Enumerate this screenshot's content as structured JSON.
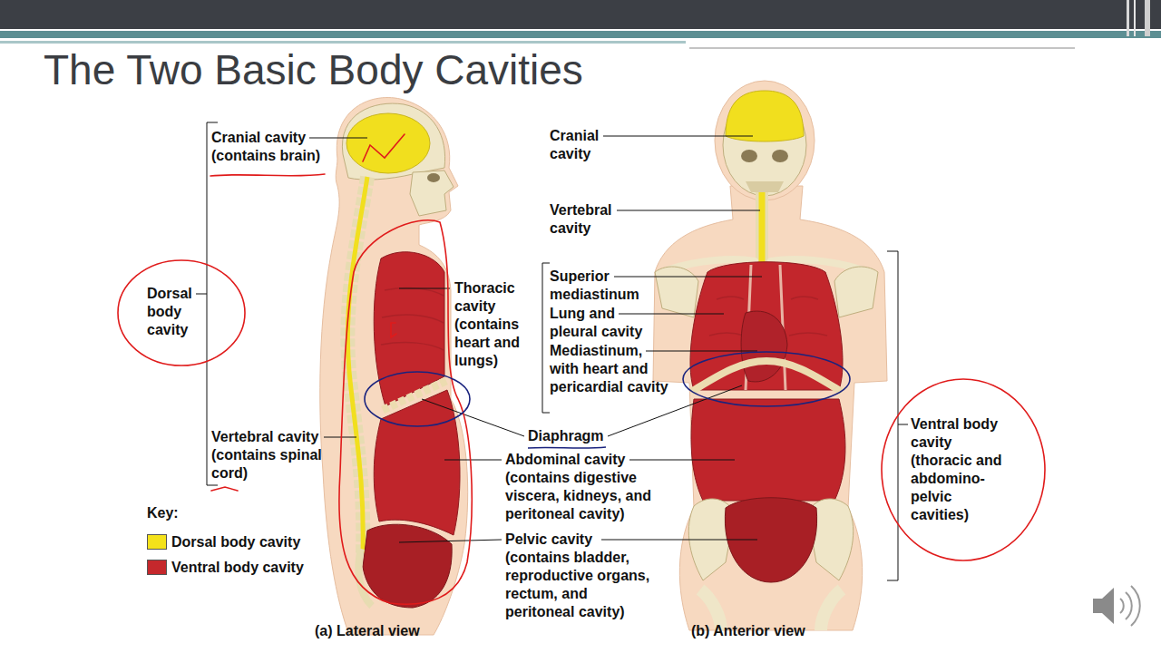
{
  "diagram": {
    "title": "The Two Basic Body Cavities",
    "labels": [
      "Cranial cavity (contains brain)",
      "Dorsal body cavity",
      "Thoracic cavity (contains heart and lungs)",
      "Vertebral cavity (contains spinal cord)",
      "Cranial cavity",
      "Vertebral cavity",
      "Superior mediastinum",
      "Lung and pleural cavity",
      "Mediastinum, with heart and pericardial cavity",
      "Diaphragm",
      "Abdominal cavity (contains digestive viscera, kidneys, and peritoneal cavity)",
      "Pelvic cavity (contains bladder, reproductive organs, rectum, and peritoneal cavity)",
      "Ventral body cavity (thoracic and abdomino-pelvic cavities)",
      "(a) Lateral view",
      "(b) Anterior view",
      "Key:"
    ],
    "legend": [
      {
        "text": "Dorsal body cavity",
        "color": "#f4e21b"
      },
      {
        "text": "Ventral body cavity",
        "color": "#c5282c"
      }
    ]
  }
}
